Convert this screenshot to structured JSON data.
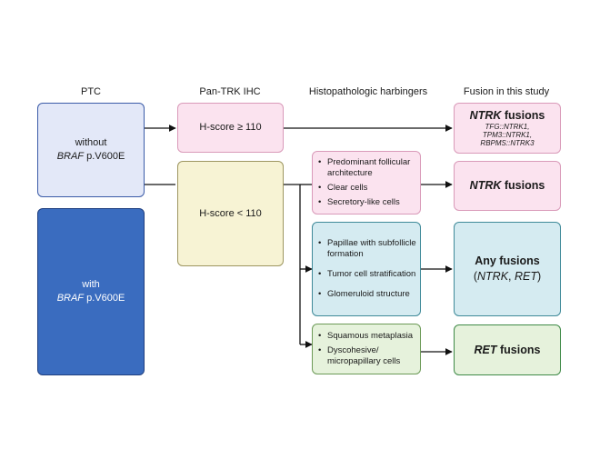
{
  "headers": {
    "ptc": "PTC",
    "ihc": "Pan-TRK IHC",
    "harbingers": "Histopathologic harbingers",
    "fusion": "Fusion in this study"
  },
  "ptc": {
    "without_line1": "without",
    "without_gene": "BRAF",
    "without_mut": " p.V600E",
    "with_line1": "with",
    "with_gene": "BRAF",
    "with_mut": " p.V600E"
  },
  "ihc": {
    "high": "H-score ≥ 110",
    "low": "H-score < 110"
  },
  "harbingers": {
    "group1": [
      "Predominant follicular architecture",
      "Clear cells",
      "Secretory-like cells"
    ],
    "group2": [
      "Papillae with subfollicle formation",
      "Tumor cell stratification",
      "Glomeruloid structure"
    ],
    "group3": [
      "Squamous metaplasia",
      "Dyscohesive/ micropapillary cells"
    ]
  },
  "fusions": {
    "ntrk_top_gene": "NTRK",
    "ntrk_top_word": " fusions",
    "ntrk_top_sub1": "TFG::NTRK1,",
    "ntrk_top_sub2": "TPM3::NTRK1,",
    "ntrk_top_sub3": "RBPMS::NTRK3",
    "ntrk_mid_gene": "NTRK",
    "ntrk_mid_word": " fusions",
    "any_line1": "Any fusions",
    "any_open": "(",
    "any_gene1": "NTRK",
    "any_sep": ", ",
    "any_gene2": "RET",
    "any_close": ")",
    "ret_gene": "RET",
    "ret_word": " fusions"
  },
  "colors": {
    "blue_light": "#e3e8f8",
    "blue_dark": "#3a6cbf",
    "pink": "#fbe3ef",
    "yellow": "#f7f3d4",
    "teal": "#d5ebf1",
    "green": "#e6f2dc"
  }
}
